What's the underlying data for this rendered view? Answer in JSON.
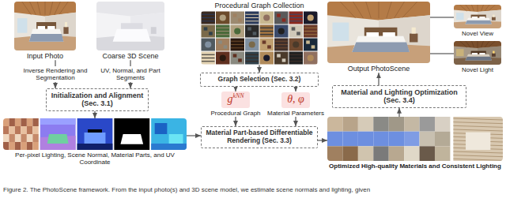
{
  "diagram": {
    "caption": "Figure 2. The PhotoScene framework. From the input photo(s) and 3D scene model, we estimate scene normals and lighting, given",
    "nodes": [
      {
        "text": [
          "Input Photo"
        ]
      },
      {
        "text": [
          "Coarse 3D Scene"
        ]
      },
      {
        "text": [
          "Initialization and Alignment (Sec. 3.1)"
        ]
      },
      {
        "text": [
          "Per-pixel Lighting, Scene Normal, Material Parts, and UV Coordinate"
        ]
      },
      {
        "text": [
          "Procedural Graph Collection"
        ]
      },
      {
        "text": [
          "Graph Selection (Sec. 3.2)"
        ]
      },
      {
        "text": [
          "g",
          "kNN",
          "Procedural Graph"
        ]
      },
      {
        "text": [
          "θ, φ",
          "Material Parameters"
        ]
      },
      {
        "text": [
          "Material Part-based Differentiable Rendering (Sec. 3.3)"
        ]
      },
      {
        "text": [
          "Optimized High-quality Materials and Consistent Lighting"
        ]
      },
      {
        "text": [
          "Material and Lighting Optimization (Sec. 3.4)"
        ]
      },
      {
        "text": [
          "Output PhotoScene"
        ]
      },
      {
        "text": [
          "Novel View"
        ]
      },
      {
        "text": [
          "Novel Light"
        ]
      }
    ],
    "edges": [
      {
        "from": 0,
        "to": 2,
        "arrow": "to",
        "label": "Inverse Rendering and Segmentation"
      },
      {
        "from": 1,
        "to": 2,
        "arrow": "to",
        "label": "UV, Normal, and Part Segments"
      },
      {
        "from": 2,
        "to": 3,
        "arrow": "to"
      },
      {
        "from": 3,
        "to": 8,
        "arrow": "to"
      },
      {
        "from": 4,
        "to": 5,
        "arrow": "to"
      },
      {
        "from": 5,
        "to": 6,
        "arrow": "to"
      },
      {
        "from": 5,
        "to": 7,
        "arrow": "to"
      },
      {
        "from": 6,
        "to": 8,
        "arrow": "to"
      },
      {
        "from": 7,
        "to": 8,
        "arrow": "to"
      },
      {
        "from": 8,
        "to": 9,
        "arrow": "to"
      },
      {
        "from": 9,
        "to": 10,
        "arrow": "to"
      },
      {
        "from": 10,
        "to": 11,
        "arrow": "to"
      },
      {
        "from": 11,
        "to": 12,
        "arrow": "none"
      },
      {
        "from": 11,
        "to": 13,
        "arrow": "none"
      }
    ]
  }
}
